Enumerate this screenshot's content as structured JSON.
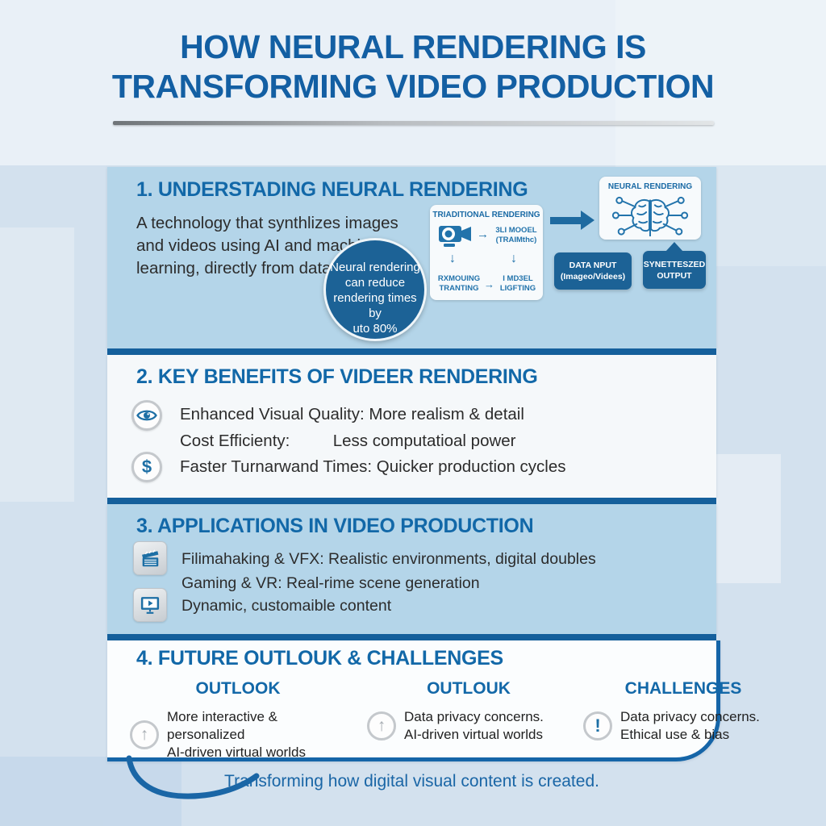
{
  "title": {
    "line1": "HOW NEURAL RENDERING IS",
    "line2": "TRANSFORMING VIDEO PRODUCTION"
  },
  "colors": {
    "accent_blue": "#1565a8",
    "dark_box_blue": "#1c6296",
    "light_section_bg": "#b4d5e9"
  },
  "icons_glyphs": {
    "right_arrow": "→",
    "down_arrow": "↓",
    "up_arrow": "↑",
    "dollar": "$",
    "exclamation": "!"
  },
  "section1": {
    "heading": "1. UNDERSTADING NEURAL RENDERING",
    "body": [
      "A technology that synthlizes images",
      "and videos using AI and machine",
      "learning, directly from data."
    ],
    "badge": [
      "Neural rendering",
      "can reduce",
      "rendering times by",
      "uto 80%"
    ],
    "traditional": {
      "title": "TRIADITIONAL RENDERING",
      "model_line1": "3LI MOOEL",
      "model_line2": "(TRAIMthc)",
      "bottom_left_line1": "RXMOUING",
      "bottom_left_line2": "TRANTING",
      "bottom_right_line1": "I MD3EL",
      "bottom_right_line2": "LIGFTING"
    },
    "neural": {
      "title": "NEURAL RENDERING"
    },
    "data_input": {
      "line1": "DATA NPUT",
      "line2": "(Imageo/Videes)"
    },
    "output": {
      "line1": "SYNETTESZED",
      "line2": "OUTPUT"
    }
  },
  "section2": {
    "heading": "2. KEY BENEFITS OF VIDEER RENDERING",
    "items": [
      {
        "icon": "eye-icon",
        "text": "Enhanced Visual Quality: More realism & detail"
      },
      {
        "icon": "none",
        "label": "Cost Efficienty:",
        "text": "Less computatioal power"
      },
      {
        "icon": "dollar-icon",
        "text": "Faster Turnarwand Times: Quicker production cycles"
      }
    ]
  },
  "section3": {
    "heading": "3. APPLICATIONS IN VIDEO PRODUCTION",
    "items": [
      {
        "icon": "clapperboard-icon",
        "text": "Filimahaking & VFX: Realistic environments, digital doubles"
      },
      {
        "icon": "none",
        "text": "Gaming & VR: Real-rime scene generation"
      },
      {
        "icon": "monitor-play-icon",
        "text": "Dynamic, customaible content"
      }
    ]
  },
  "section4": {
    "heading": "4. FUTURE OUTLOUK & CHALLENGES",
    "columns": [
      {
        "header": "OUTLOOK",
        "icon": "up-arrow-icon",
        "line1": "More interactive & personalized",
        "line2": "AI-driven virtual worlds"
      },
      {
        "header": "OUTLOUK",
        "icon": "up-arrow-icon",
        "line1": "Data privacy concerns.",
        "line2": "AI-driven virtual worlds"
      },
      {
        "header": "CHALLENGES",
        "icon": "exclamation-icon",
        "line1": "Data privacy concerns.",
        "line2": "Ethical use & bias"
      }
    ]
  },
  "footer": {
    "text": "Transforming how digital visual content is created."
  }
}
